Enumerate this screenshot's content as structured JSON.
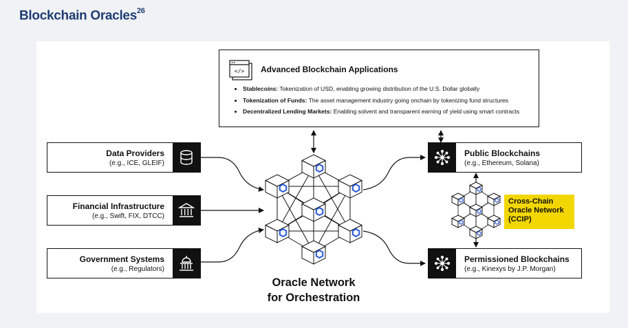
{
  "title": {
    "text": "Blockchain Oracles",
    "sup": "26"
  },
  "inputs": [
    {
      "title": "Data Providers",
      "subtitle": "(e.g., ICE, GLEIF)",
      "icon": "database-icon"
    },
    {
      "title": "Financial Infrastructure",
      "subtitle": "(e.g., Swift, FIX, DTCC)",
      "icon": "bank-icon"
    },
    {
      "title": "Government Systems",
      "subtitle": "(e.g., Regulators)",
      "icon": "capitol-icon"
    }
  ],
  "outputs": [
    {
      "title": "Public Blockchains",
      "subtitle": "(e.g., Ethereum, Solana)",
      "icon": "network-icon"
    },
    {
      "title": "Permissioned Blockchains",
      "subtitle": "(e.g., Kinexys by J.P. Morgan)",
      "icon": "network-icon"
    }
  ],
  "applications": {
    "heading": "Advanced Blockchain Applications",
    "icon": "code-window-icon",
    "items": [
      {
        "bold": "Stablecoins:",
        "text": " Tokenization of USD, enabling growing distribution of the U.S. Dollar globally"
      },
      {
        "bold": "Tokenization of Funds:",
        "text": " The asset management industry going onchain by tokenizing fund structures"
      },
      {
        "bold": "Decentralized Lending Markets:",
        "text": " Enabling solvent and transparent earning of yield using smart contracts"
      }
    ]
  },
  "ccip": {
    "line1": "Cross-Chain",
    "line2": "Oracle Network",
    "line3": "(CCIP)"
  },
  "oracle_network": {
    "line1": "Oracle Network",
    "line2": "for Orchestration"
  },
  "colors": {
    "title": "#1f3d73",
    "link_blue": "#2a5ada",
    "highlight": "#f2d600",
    "dark": "#111111"
  }
}
